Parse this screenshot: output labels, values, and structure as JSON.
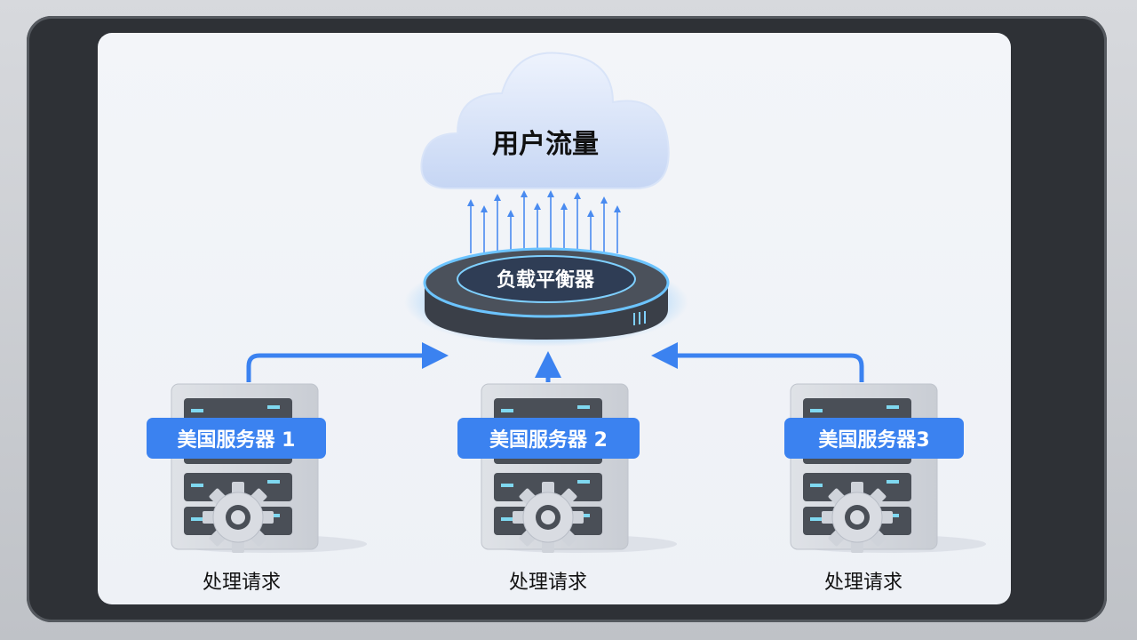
{
  "cloud": {
    "label": "用户流量"
  },
  "load_balancer": {
    "label": "负载平衡器"
  },
  "servers": [
    {
      "label": "美国服务器 1",
      "caption": "处理请求"
    },
    {
      "label": "美国服务器 2",
      "caption": "处理请求"
    },
    {
      "label": "美国服务器3",
      "caption": "处理请求"
    }
  ],
  "colors": {
    "accent": "#3b82f0",
    "glow": "#5ab4ff",
    "server_body": "#d5d8de",
    "dark_slot": "#4a4f57"
  }
}
